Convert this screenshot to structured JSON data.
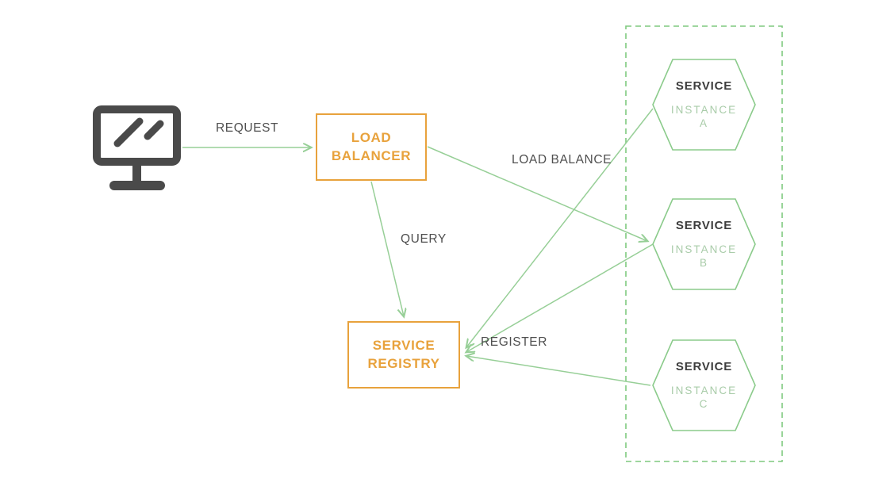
{
  "colors": {
    "arrow_green": "#97CF97",
    "hexagon_green": "#8BCB8B",
    "dashed_green": "#7FC97F",
    "accent_orange": "#E8A23C",
    "label_gray": "#4F4F4F",
    "node_title_gray": "#3D3D3D",
    "instance_green": "#A9CCA9",
    "icon_gray": "#4A4A4A"
  },
  "nodes": {
    "client": {
      "icon": "monitor-icon"
    },
    "load_balancer": {
      "line1": "LOAD",
      "line2": "BALANCER"
    },
    "service_registry": {
      "line1": "SERVICE",
      "line2": "REGISTRY"
    },
    "instances": [
      {
        "title": "SERVICE",
        "subtitle": "INSTANCE",
        "letter": "A"
      },
      {
        "title": "SERVICE",
        "subtitle": "INSTANCE",
        "letter": "B"
      },
      {
        "title": "SERVICE",
        "subtitle": "INSTANCE",
        "letter": "C"
      }
    ]
  },
  "edges": {
    "request": {
      "label": "REQUEST"
    },
    "query": {
      "label": "QUERY"
    },
    "load_balance": {
      "label": "LOAD BALANCE"
    },
    "register": {
      "label": "REGISTER"
    }
  }
}
